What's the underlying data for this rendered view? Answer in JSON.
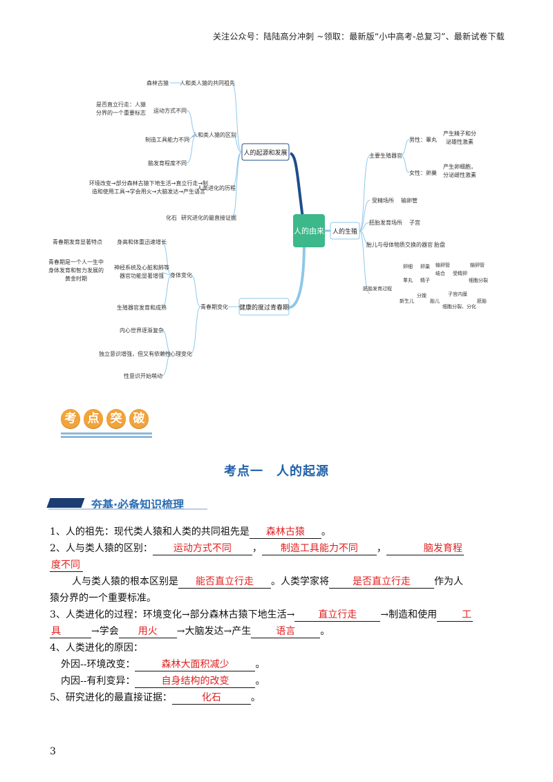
{
  "header": {
    "text": "关注公众号：陆陆高分冲刺  ~领取：最新版“小中高考-总复习”、最新试卷下载"
  },
  "mindmap": {
    "root": "人的由来",
    "branch_origin": "人的起源和发展",
    "branch_reproduction": "人的生殖",
    "branch_puberty": "健康的度过青春期",
    "origin_nodes": {
      "ancestor": "人和类人猿的共同祖先",
      "ancestor_leaf": "森林古猿",
      "difference": "人和类人猿的区别",
      "diff_motion": "运动方式不同",
      "diff_motion_leaf1": "是否直立行走：人猿",
      "diff_motion_leaf2": "分界的一个重要标志",
      "diff_tools": "制造工具能力不同",
      "diff_brain": "脑发育程度不同",
      "evolution": "人类进化的历程",
      "evolution_leaf1": "环境改变→部分森林古猿下地生活→直立行走→制",
      "evolution_leaf2": "造和使用工具→学会用火→大脑发达→产生语言",
      "evidence": "研究进化的最直接证据",
      "evidence_leaf": "化石"
    },
    "reproduction_nodes": {
      "organs": "主要生殖器官",
      "male": "男性：睾丸",
      "male_leaf1": "产生精子和分",
      "male_leaf2": "泌雄性激素",
      "female": "女性：卵巢",
      "female_leaf1": "产生卵细胞，",
      "female_leaf2": "分泌雌性激素",
      "fertilization": "受精场所",
      "fertilization_leaf": "输卵管",
      "development": "胚胎发育场所",
      "development_leaf": "子宫",
      "exchange": "胎儿与母体物质交换的器官",
      "exchange_leaf": "胎盘",
      "process": "胚胎发育过程",
      "p_egg": "卵细",
      "p_ovary": "卵巢",
      "p_sperm": "精子",
      "p_testis": "睾丸",
      "p_oviduct": "输卵管",
      "p_combine": "结合",
      "p_zygote": "受精卵",
      "p_oviduct2": "输卵管",
      "p_division": "细胞分裂",
      "p_split": "分娩",
      "p_fetus": "胎儿",
      "p_uterus": "子宫内膜",
      "p_newborn": "新生儿",
      "p_embryo": "胚胎",
      "p_diff": "细胞分裂、分化"
    },
    "puberty_nodes": {
      "changes": "青春期变化",
      "body": "身体变化",
      "body_height": "身高和体重迅速增长",
      "body_height_leaf": "青春期发育显著特点",
      "body_nerve1": "神经系统及心脏和肺等",
      "body_nerve2": "器官功能显著增强",
      "body_nerve_leaf1": "青春期是一个人一生中",
      "body_nerve_leaf2": "身体发育和智力发展的",
      "body_nerve_leaf3": "黄金时期",
      "body_sex": "生殖器官发育和成熟",
      "mind": "心理变化",
      "mind_1": "内心世界逐渐复杂",
      "mind_2": "独立意识增强，但又有依赖性",
      "mind_3": "性意识开始萌动"
    }
  },
  "badge": [
    "考",
    "点",
    "突",
    "破"
  ],
  "section_title": "考点一　人的起源",
  "subhead": "夯基·必备知识梳理",
  "content": {
    "l1_pre": "1、人的祖先：现代类人猿和人类的共同祖先是",
    "l1_a": "森林古猿",
    "l1_post": "。",
    "l2_pre": "2、人与类人猿的区别：",
    "l2_a": "运动方式不同",
    "l2_sep1": "，",
    "l2_b": "制造工具能力不同",
    "l2_sep2": "，",
    "l2_c1": "脑发育程",
    "l2_c2": "度不同",
    "l3_pre": "人与类人猿的根本区别是",
    "l3_a": "能否直立行走",
    "l3_mid": "。人类学家将",
    "l3_b": "是否直立行走",
    "l3_post1": "作为人",
    "l3_post2": "猿分界的一个重要标准。",
    "l4_pre": "3、人类进化的过程：环境变化→部分森林古猿下地生活→",
    "l4_a": "直立行走",
    "l4_mid": "→制造和使用",
    "l4_b1": "工",
    "l4_b2": "具",
    "l4_mid2": "→学会",
    "l4_c": "用火",
    "l4_mid3": "→大脑发达→产生",
    "l4_d": "语言",
    "l4_post": "。",
    "l5": "4、人类进化的原因：",
    "l6_pre": "外因--环境改变：",
    "l6_a": "森林大面积减少",
    "l6_post": "。",
    "l7_pre": "内因--有利变异：",
    "l7_a": "自身结构的改变",
    "l7_post": "。",
    "l8_pre": "5、研究进化的最直接证据：",
    "l8_a": "化石",
    "l8_post": "。"
  },
  "page_number": "3"
}
